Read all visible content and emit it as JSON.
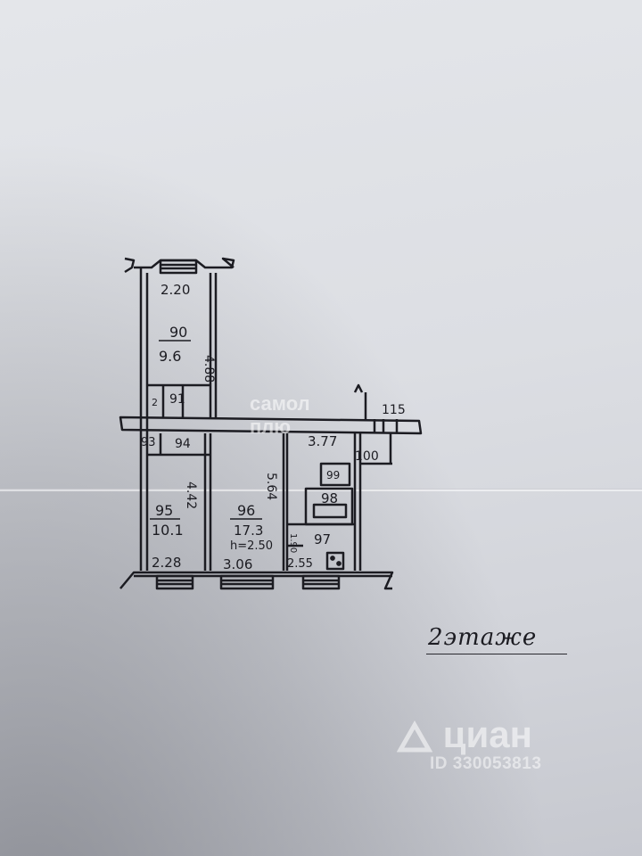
{
  "plan": {
    "room90": {
      "number": "90",
      "area": "9.6",
      "width": "2.20",
      "length": "4.88"
    },
    "room91": {
      "number": "91",
      "side": "2"
    },
    "room93": {
      "number": "93"
    },
    "room94": {
      "number": "94"
    },
    "room95": {
      "number": "95",
      "area": "10.1",
      "width": "2.28",
      "length": "4.42"
    },
    "room96": {
      "number": "96",
      "area": "17.3",
      "width": "3.06",
      "length": "5.64",
      "height": "h=2.50"
    },
    "room97": {
      "number": "97",
      "width": "2.55",
      "side": "1.90"
    },
    "room98": {
      "number": "98"
    },
    "room99": {
      "number": "99"
    },
    "room100": {
      "number": "100"
    },
    "corridor": {
      "length": "3.77"
    },
    "stair_label": "115"
  },
  "floor_caption": "2этаже",
  "watermarks": {
    "samolet_line1": "самол",
    "samolet_line2": "плю",
    "cian_logo": "циан",
    "cian_id": "ID 330053813"
  },
  "colors": {
    "ink": "#1c1c22",
    "paper": "#dfe1e6"
  }
}
